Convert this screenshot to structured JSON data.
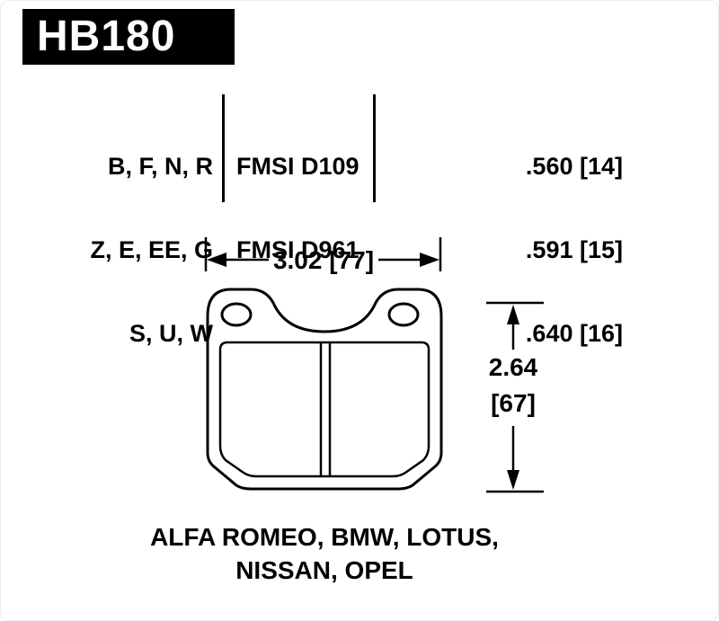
{
  "header": {
    "part_number": "HB180"
  },
  "spec_table": {
    "compounds": [
      "B, F, N, R",
      "Z, E, EE, G",
      "S, U, W"
    ],
    "fmsi": [
      "FMSI D109",
      "FMSI D961"
    ],
    "thickness": [
      ".560 [14]",
      ".591 [15]",
      ".640 [16]"
    ]
  },
  "dimensions": {
    "width_label": "3.02 [77]",
    "height_label_line1": "2.64",
    "height_label_line2": "[67]"
  },
  "applications": {
    "line1": "ALFA ROMEO, BMW, LOTUS,",
    "line2": "NISSAN, OPEL"
  },
  "colors": {
    "badge_background": "#000000",
    "badge_text": "#ffffff",
    "line_color": "#000000",
    "background": "#ffffff"
  }
}
